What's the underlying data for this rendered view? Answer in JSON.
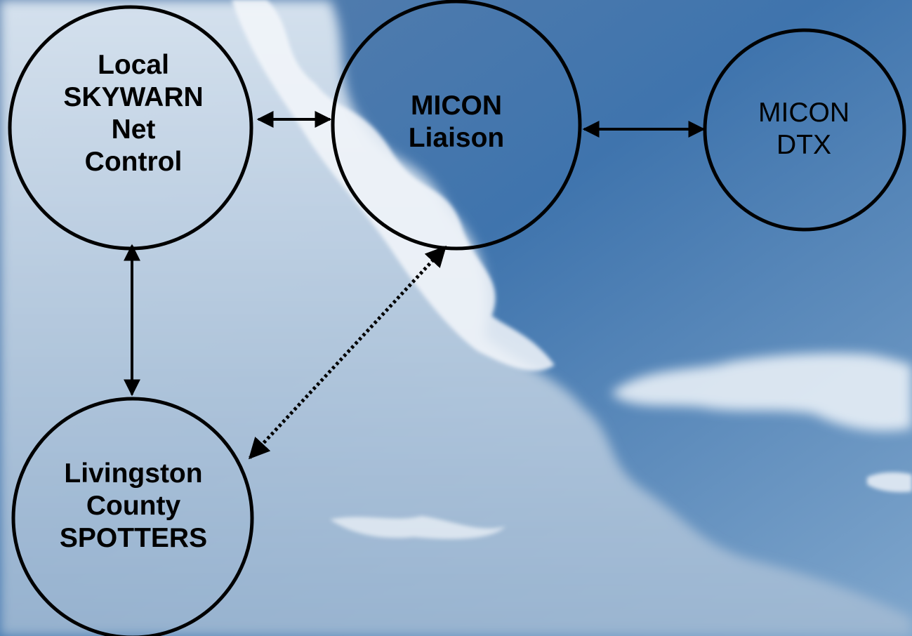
{
  "nodes": {
    "local_net_control": {
      "lines": [
        "Local",
        "SKYWARN",
        "Net",
        "Control"
      ]
    },
    "micon_liaison": {
      "lines": [
        "MICON",
        "Liaison"
      ]
    },
    "micon_dtx": {
      "lines": [
        "MICON",
        "DTX"
      ]
    },
    "livingston_spotters": {
      "lines": [
        "Livingston",
        "County",
        "SPOTTERS"
      ]
    }
  },
  "colors": {
    "sky_top": "#2f5f94",
    "sky_mid": "#6d99c6",
    "sky_bottom": "#a7c3df",
    "cloud": "#eef3f8",
    "stroke": "#000000"
  }
}
